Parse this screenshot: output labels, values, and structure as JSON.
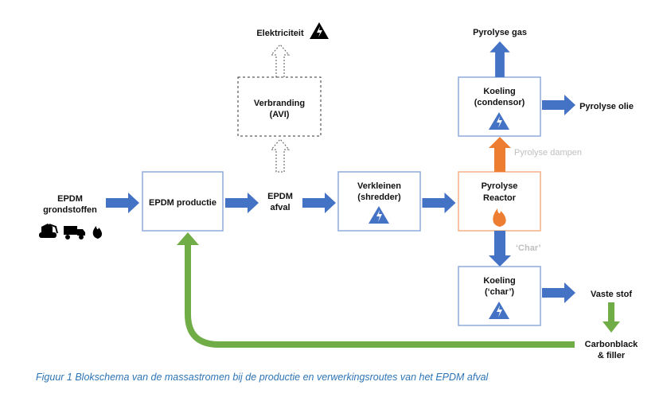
{
  "inputs": {
    "line1": "EPDM",
    "line2": "grondstoffen",
    "icons": [
      "excavator-icon",
      "truck-icon",
      "flame-icon"
    ]
  },
  "boxes": {
    "productie": "EPDM productie",
    "verbranding": {
      "line1": "Verbranding",
      "line2": "(AVI)"
    },
    "verkleinen": {
      "line1": "Verkleinen",
      "line2": "(shredder)"
    },
    "reactor": {
      "line1": "Pyrolyse",
      "line2": "Reactor"
    },
    "condensor": {
      "line1": "Koeling",
      "line2": "(condensor)"
    },
    "koeling_char": {
      "line1": "Koeling",
      "line2": "(‘char’)"
    }
  },
  "flows": {
    "afval": {
      "line1": "EPDM",
      "line2": "afval"
    },
    "elektriciteit": "Elektriciteit",
    "pyrolyse_gas": "Pyrolyse gas",
    "pyrolyse_olie": "Pyrolyse olie",
    "pyrolyse_dampen": "Pyrolyse dampen",
    "char": "‘Char’",
    "vaste_stof": "Vaste stof",
    "carbonblack": {
      "line1": "Carbonblack",
      "line2": "& filler"
    }
  },
  "colors": {
    "blue_arrow": "#4472c4",
    "box_border": "#8faadc",
    "orange": "#ed7d31",
    "green": "#70ad47",
    "gray_text": "#bfbfbf",
    "caption": "#2e74b5"
  },
  "caption": "Figuur 1 Blokschema van de massastromen bij de productie en verwerkingsroutes van het EPDM afval"
}
